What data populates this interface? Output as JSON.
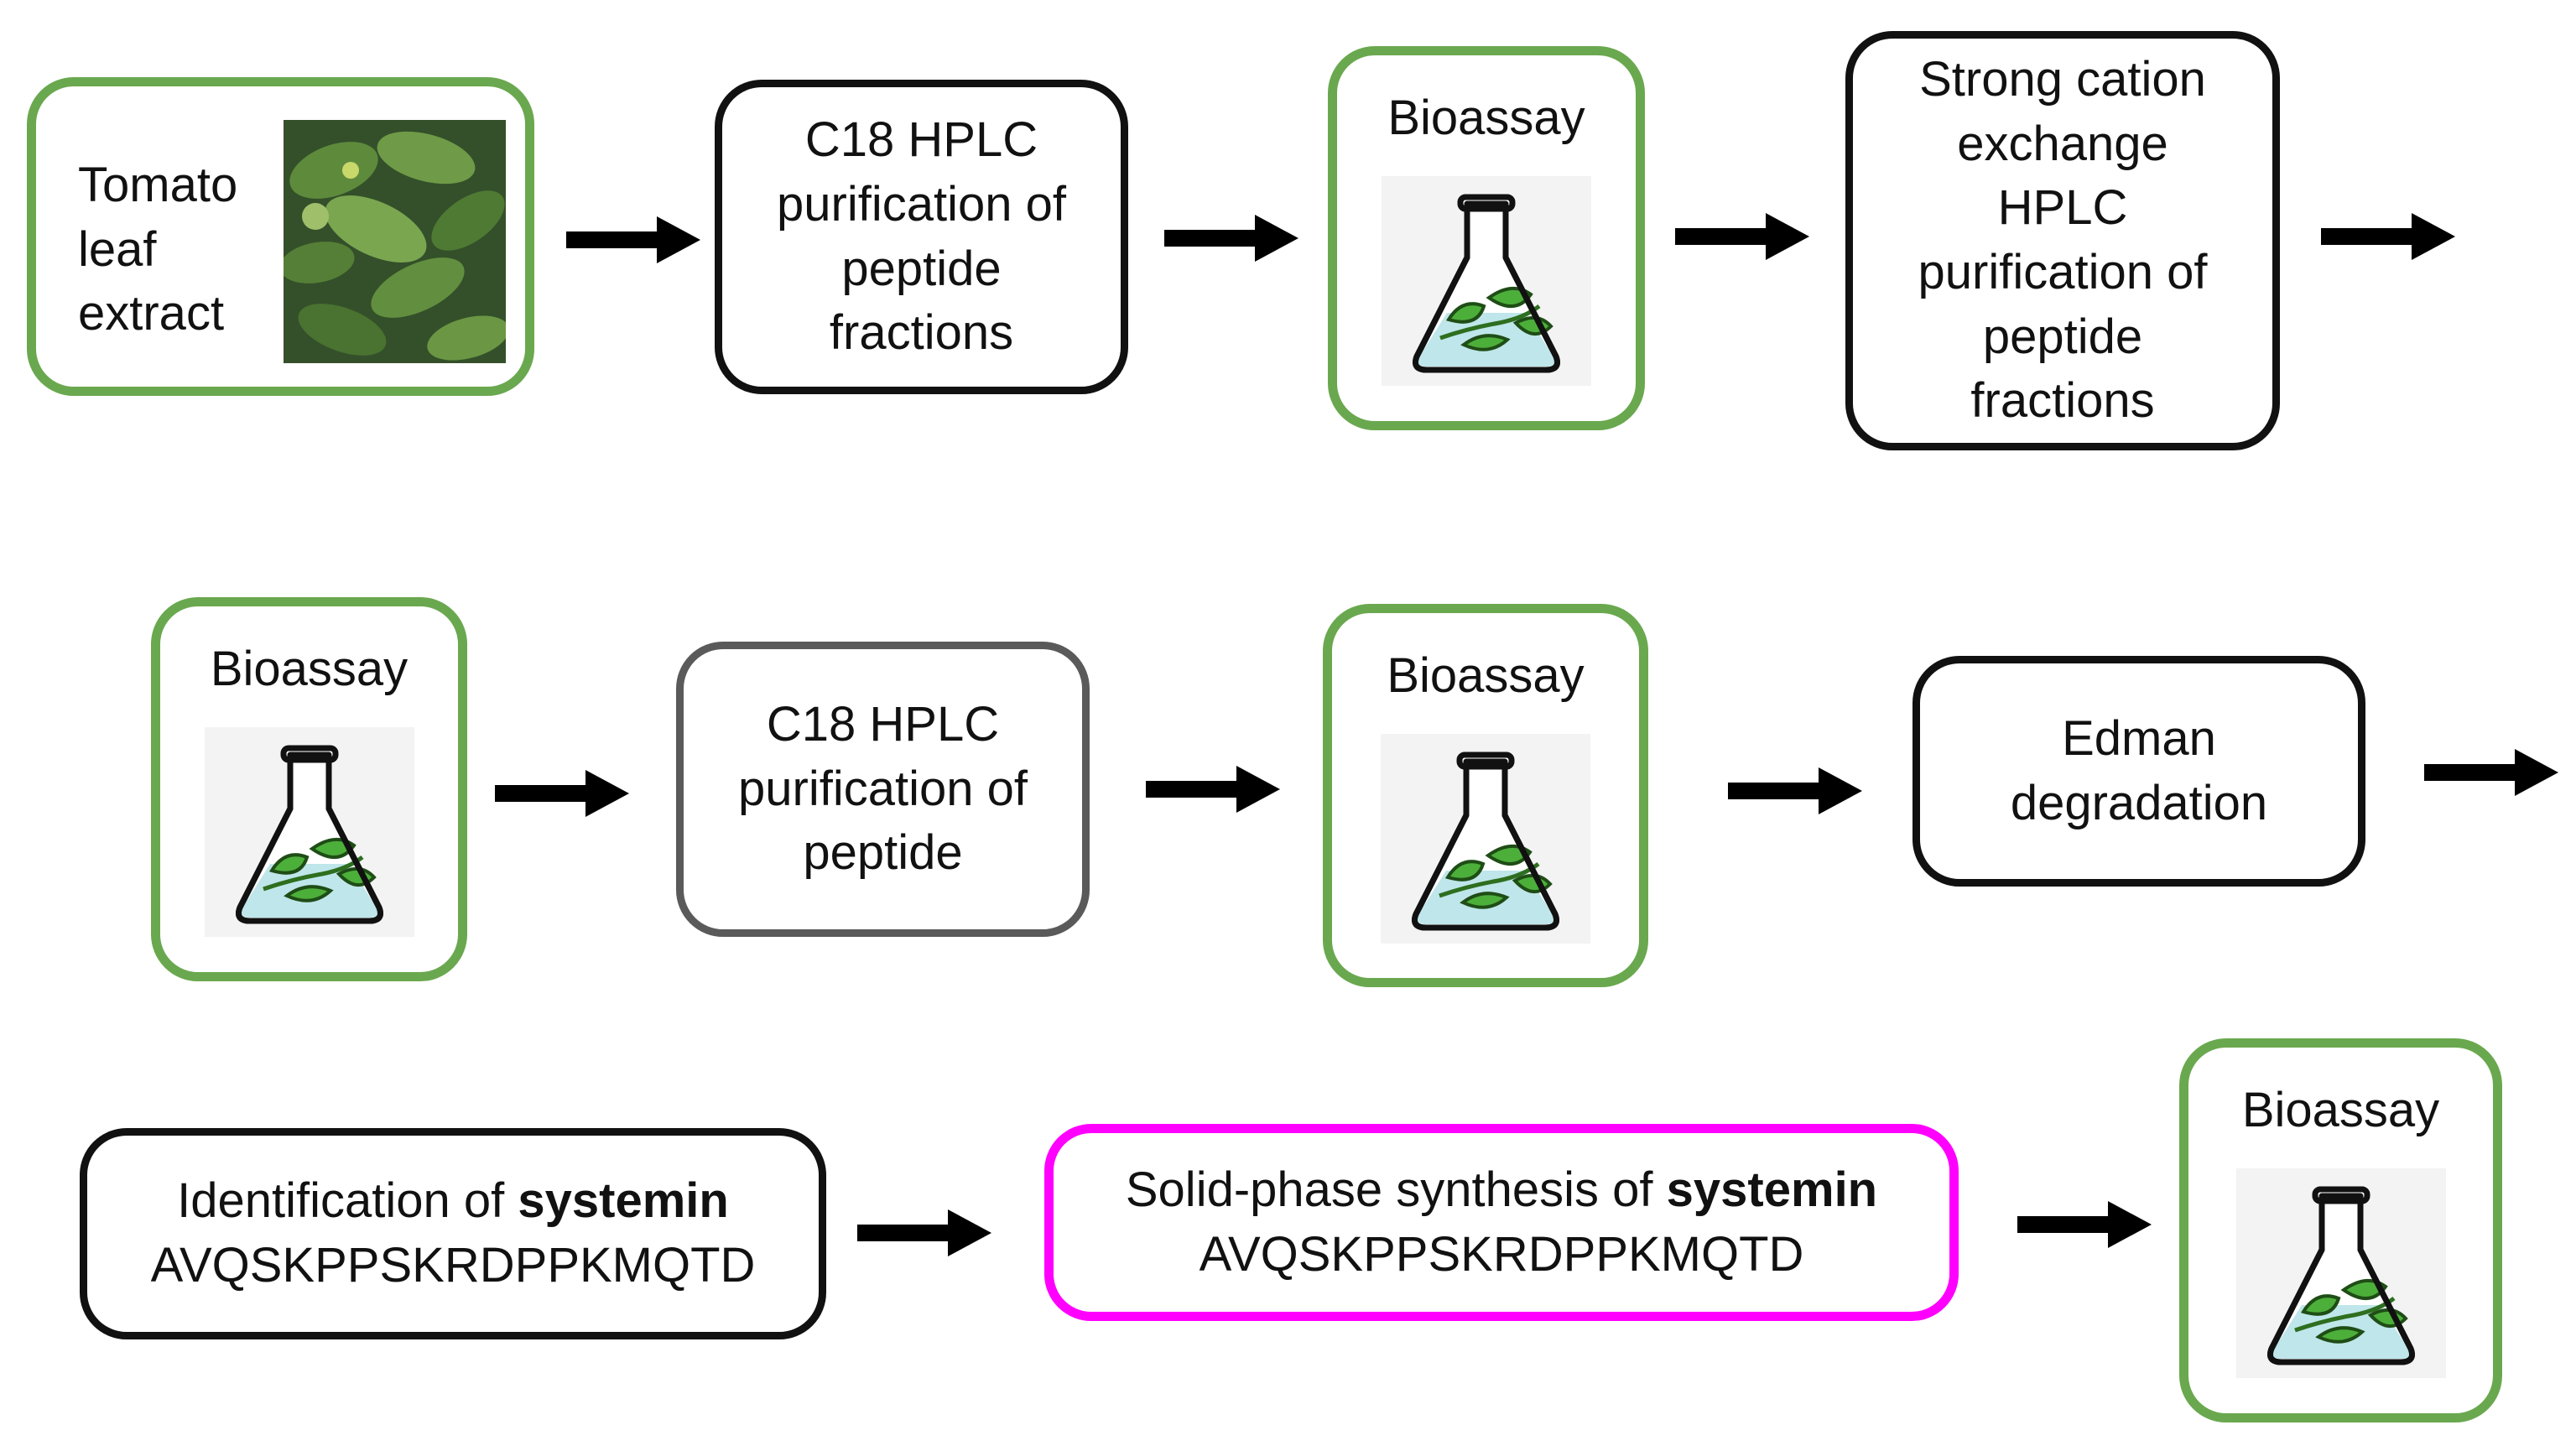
{
  "steps": {
    "tomato": {
      "lines": [
        "Tomato",
        "leaf",
        "extract"
      ],
      "photo_icon": "tomato-leaf-photo"
    },
    "c18_fractions": {
      "lines": [
        "C18 HPLC",
        "purification of",
        "peptide",
        "fractions"
      ]
    },
    "bioassay_1": {
      "label": "Bioassay",
      "icon": "flask-with-leaves-icon"
    },
    "cation_exchange": {
      "lines": [
        "Strong cation",
        "exchange",
        "HPLC",
        "purification of",
        "peptide",
        "fractions"
      ]
    },
    "bioassay_2": {
      "label": "Bioassay",
      "icon": "flask-with-leaves-icon"
    },
    "c18_peptide": {
      "lines": [
        "C18 HPLC",
        "purification of",
        "peptide"
      ]
    },
    "bioassay_3": {
      "label": "Bioassay",
      "icon": "flask-with-leaves-icon"
    },
    "edman": {
      "lines": [
        "Edman",
        "degradation"
      ]
    },
    "identification": {
      "prefix": "Identification of ",
      "bold": "systemin",
      "sequence": "AVQSKPPSKRDPPKMQTD"
    },
    "synthesis": {
      "prefix": "Solid-phase synthesis of ",
      "bold": "systemin",
      "sequence": "AVQSKPPSKRDPPKMQTD"
    },
    "bioassay_4": {
      "label": "Bioassay",
      "icon": "flask-with-leaves-icon"
    }
  },
  "colors": {
    "assay_border": "#6aa84f",
    "process_border": "#111111",
    "purification_border_gray": "#5a5a5a",
    "synthesis_border": "#ff00ff",
    "arrow": "#000000",
    "flask_liquid": "#bfe6ea",
    "leaf_green": "#4caf3a"
  }
}
